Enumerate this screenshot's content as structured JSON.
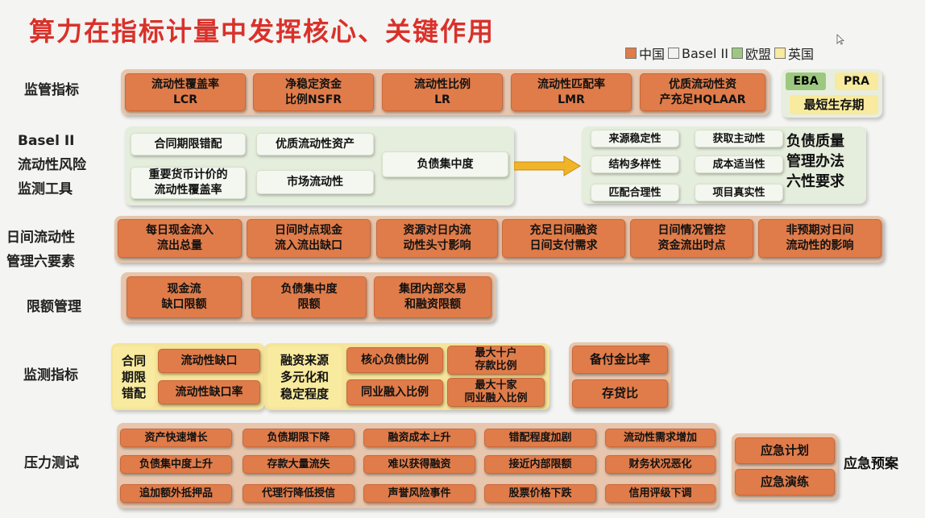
{
  "title": "算力在指标计量中发挥核心、关键作用",
  "legend": [
    {
      "label": "中国",
      "color": "#e07c4a"
    },
    {
      "label": "Basel II",
      "color": "#f2f2f2"
    },
    {
      "label": "欧盟",
      "color": "#9cc97f"
    },
    {
      "label": "英国",
      "color": "#f8ea9e"
    }
  ],
  "rows": {
    "regulatory": {
      "label": "监管指标",
      "items": [
        "流动性覆盖率\nLCR",
        "净稳定资金\n比例NSFR",
        "流动性比例\nLR",
        "流动性匹配率\nLMR",
        "优质流动性资\n产充足HQLAAR"
      ],
      "eba": "EBA",
      "pra": "PRA",
      "survival": "最短生存期"
    },
    "basel_tools": {
      "label": "Basel II\n流动性风险\n监测工具",
      "items": [
        "合同期限错配",
        "优质流动性资产",
        "重要货币计价的\n流动性覆盖率",
        "市场流动性",
        "负债集中度"
      ],
      "quality_items": [
        "来源稳定性",
        "获取主动性",
        "结构多样性",
        "成本适当性",
        "匹配合理性",
        "项目真实性"
      ],
      "quality_label": "负债质量\n管理办法\n六性要求"
    },
    "intraday": {
      "label": "日间流动性\n管理六要素",
      "items": [
        "每日现金流入\n流出总量",
        "日间时点现金\n流入流出缺口",
        "资源对日内流\n动性头寸影响",
        "充足日间融资\n日间支付需求",
        "日间情况管控\n资金流出时点",
        "非预期对日间\n流动性的影响"
      ]
    },
    "limits": {
      "label": "限额管理",
      "items": [
        "现金流\n缺口限额",
        "负债集中度\n限额",
        "集团内部交易\n和融资限额"
      ]
    },
    "monitoring": {
      "label": "监测指标",
      "mismatch_label": "合同\n期限\n错配",
      "mismatch_items": [
        "流动性缺口",
        "流动性缺口率"
      ],
      "funding_label": "融资来源\n多元化和\n稳定程度",
      "funding_items": [
        "核心负债比例",
        "最大十户\n存款比例",
        "同业融入比例",
        "最大十家\n同业融入比例"
      ],
      "other_items": [
        "备付金比率",
        "存贷比"
      ]
    },
    "stress": {
      "label": "压力测试",
      "items": [
        "资产快速增长",
        "负债期限下降",
        "融资成本上升",
        "错配程度加剧",
        "流动性需求增加",
        "负债集中度上升",
        "存款大量流失",
        "难以获得融资",
        "接近内部限额",
        "财务状况恶化",
        "追加额外抵押品",
        "代理行降低授信",
        "声誉风险事件",
        "股票价格下跌",
        "信用评级下调"
      ],
      "contingency_items": [
        "应急计划",
        "应急演练"
      ],
      "contingency_label": "应急预案"
    }
  }
}
